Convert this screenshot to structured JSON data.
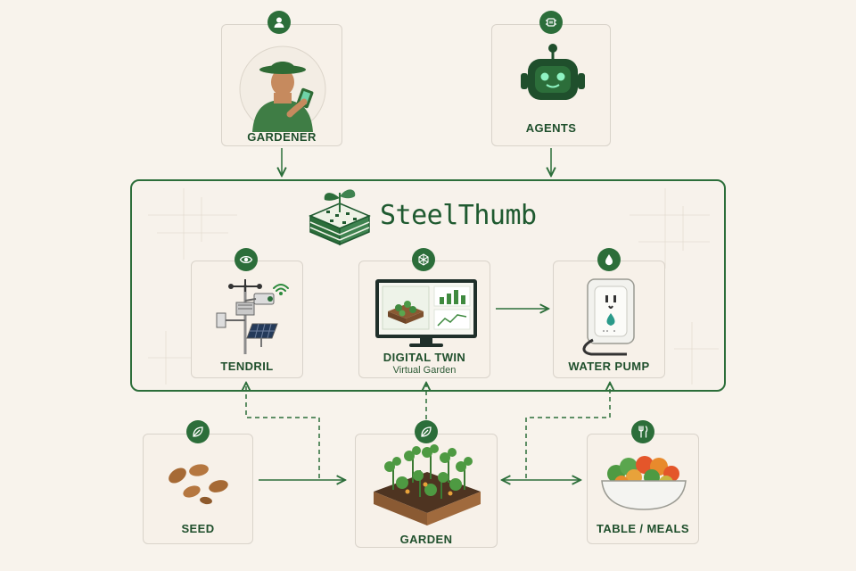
{
  "brand": {
    "name": "SteelThumb"
  },
  "actors": {
    "gardener": {
      "label": "GARDENER",
      "icon": "person-icon"
    },
    "agents": {
      "label": "AGENTS",
      "icon": "chip-icon"
    }
  },
  "platform": {
    "tendril": {
      "label": "TENDRIL",
      "icon": "eye-icon"
    },
    "digital_twin": {
      "label": "DIGITAL TWIN",
      "sublabel": "Virtual Garden",
      "icon": "network-icon"
    },
    "water_pump": {
      "label": "WATER PUMP",
      "icon": "water-drop-icon"
    }
  },
  "physical": {
    "seed": {
      "label": "SEED",
      "icon": "leaf-icon"
    },
    "garden": {
      "label": "GARDEN",
      "icon": "leaf-icon"
    },
    "table": {
      "label": "TABLE / MEALS",
      "icon": "fork-knife-icon"
    }
  },
  "colors": {
    "primary": "#2c6e3a",
    "background": "#f8f3ec",
    "card_border": "#d9d3ca",
    "text": "#1f4f2c"
  }
}
